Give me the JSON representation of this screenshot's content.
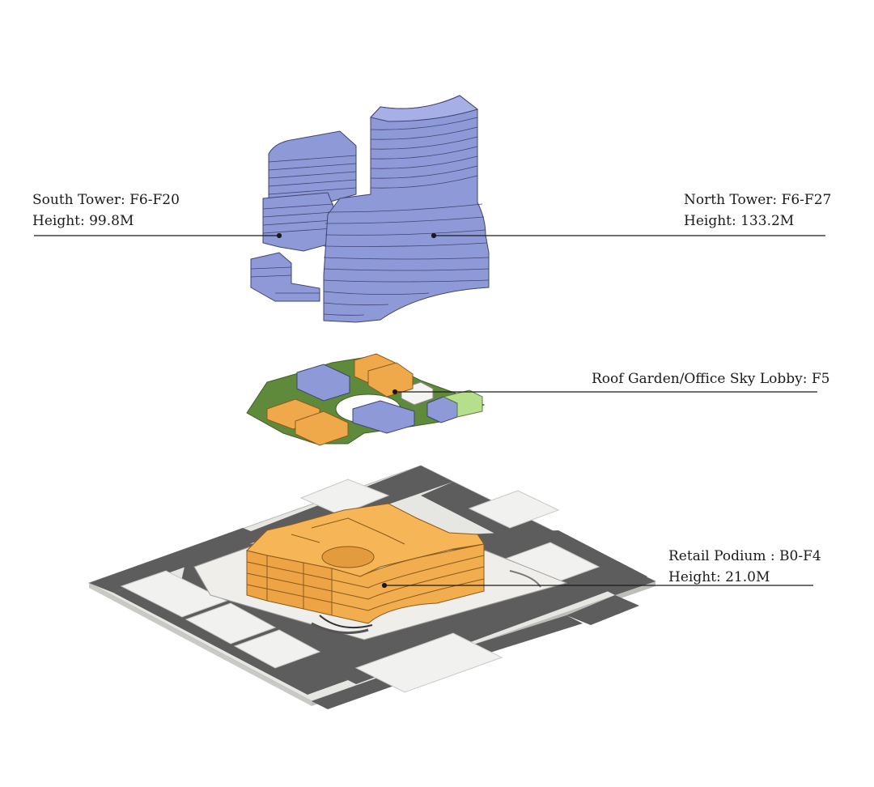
{
  "labels": {
    "south_tower": {
      "name": "South Tower: F6-F20",
      "height": "Height: 99.8M"
    },
    "north_tower": {
      "name": "North Tower: F6-F27",
      "height": "Height: 133.2M"
    },
    "roof_garden": {
      "name": "Roof Garden/Office Sky Lobby: F5"
    },
    "retail_podium": {
      "name": "Retail Podium : B0-F4",
      "height": "Height: 21.0M"
    }
  },
  "colors": {
    "tower_blue": "#8e99d8",
    "podium_orange": "#f0a94a",
    "garden_green": "#5f8a3c",
    "road_gray": "#5d5d5d",
    "ground_light": "#ececea",
    "leader_line": "#1a1a1a"
  }
}
